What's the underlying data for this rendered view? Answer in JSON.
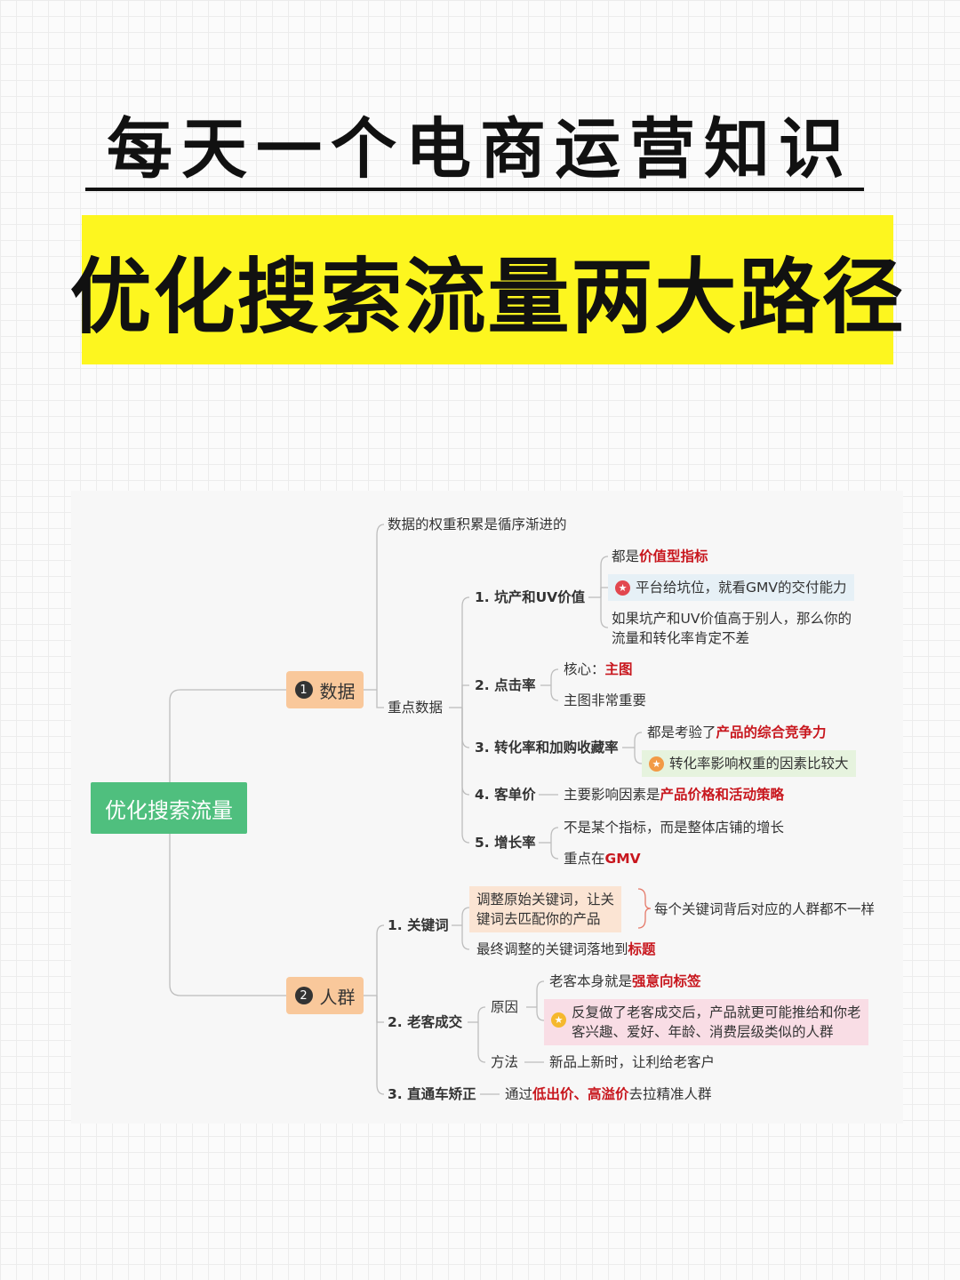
{
  "header": {
    "title": "每天一个电商运营知识",
    "banner": "优化搜索流量两大路径"
  },
  "mindmap": {
    "root": "优化搜索流量",
    "b1": {
      "num": "1",
      "label": "数据",
      "accum": "数据的权重积累是循序渐进的",
      "key_data": "重点数据",
      "i1": {
        "label": "1. 坑产和UV价值",
        "n1_pre": "都是",
        "n1_hl": "价值型指标",
        "n2": "平台给坑位，就看GMV的交付能力",
        "n3_l1": "如果坑产和UV价值高于别人，那么你的",
        "n3_l2": "流量和转化率肯定不差"
      },
      "i2": {
        "label": "2. 点击率",
        "n1_pre": "核心：",
        "n1_hl": "主图",
        "n2": "主图非常重要"
      },
      "i3": {
        "label": "3. 转化率和加购收藏率",
        "n1_pre": "都是考验了",
        "n1_hl": "产品的综合竞争力",
        "n2": "转化率影响权重的因素比较大"
      },
      "i4": {
        "label": "4. 客单价",
        "n1_pre": "主要影响因素是",
        "n1_hl": "产品价格和活动策略"
      },
      "i5": {
        "label": "5. 增长率",
        "n1": "不是某个指标，而是整体店铺的增长",
        "n2_pre": "重点在",
        "n2_hl": "GMV"
      }
    },
    "b2": {
      "num": "2",
      "label": "人群",
      "k1": {
        "label": "1. 关键词",
        "box_l1": "调整原始关键词，让关",
        "box_l2": "键词去匹配你的产品",
        "brace_note": "每个关键词背后对应的人群都不一样",
        "n2_pre": "最终调整的关键词落地到",
        "n2_hl": "标题"
      },
      "k2": {
        "label": "2. 老客成交",
        "reason": "原因",
        "r1_pre": "老客本身就是",
        "r1_hl": "强意向标签",
        "r2_l1": "反复做了老客成交后，产品就更可能推给和你老",
        "r2_l2": "客兴趣、爱好、年龄、消费层级类似的人群",
        "method": "方法",
        "m1": "新品上新时，让利给老客户"
      },
      "k3": {
        "label": "3. 直通车矫正",
        "n1_pre": "通过",
        "n1_hl": "低出价、高溢价",
        "n1_post": "去拉精准人群"
      }
    }
  },
  "colors": {
    "banner": "#fdf61f",
    "root": "#4fbf7e",
    "branch": "#f9c89b",
    "highlight_text": "#c8171e"
  }
}
